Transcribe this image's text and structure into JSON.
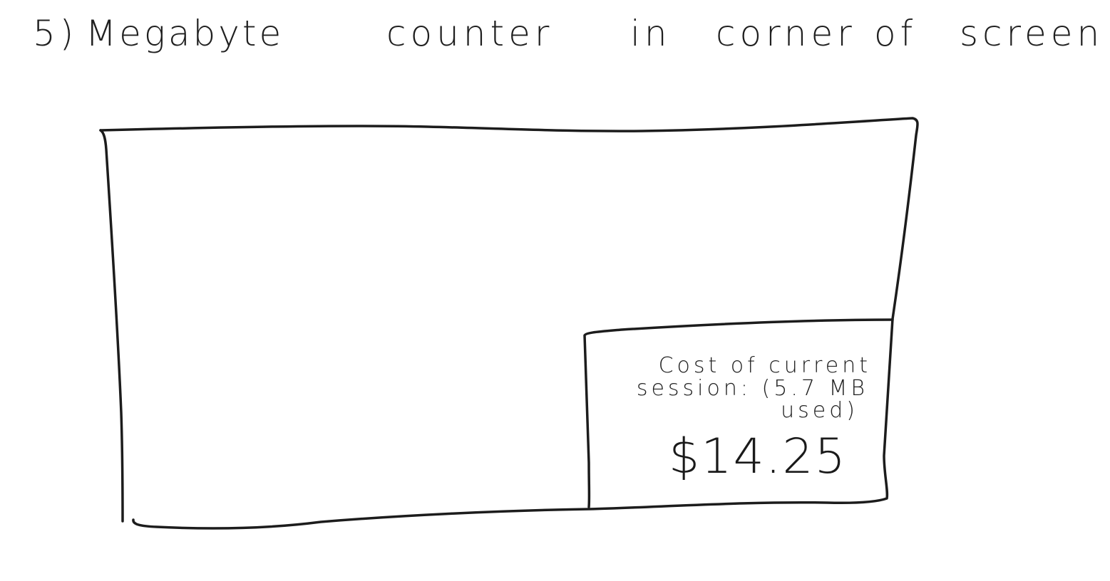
{
  "title": {
    "words": [
      "5)",
      "Megabyte",
      "counter",
      "in",
      "corner",
      "of",
      "screen"
    ]
  },
  "counter": {
    "line1": "Cost of current",
    "line2": "session: (5.7 MB",
    "line3": "used)",
    "amount": "$14.25"
  }
}
